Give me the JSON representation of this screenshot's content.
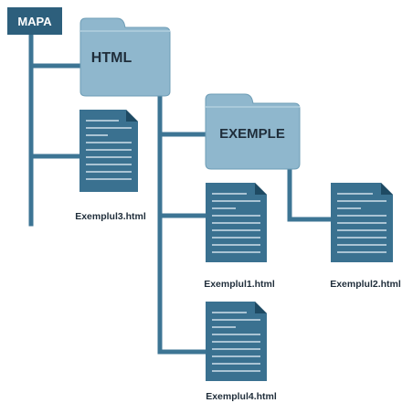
{
  "diagram": {
    "root": {
      "label": "MAPA"
    },
    "folders": {
      "html": {
        "label": "HTML"
      },
      "exemple": {
        "label": "EXEMPLE"
      }
    },
    "files": {
      "exemplul3": {
        "label": "Exemplul3.html"
      },
      "exemplul1": {
        "label": "Exemplul1.html"
      },
      "exemplul2": {
        "label": "Exemplul2.html"
      },
      "exemplul4": {
        "label": "Exemplul4.html"
      }
    },
    "colors": {
      "connector": "#3d7594",
      "root_fill": "#2d5f7c",
      "folder_fill": "#8fb7cd",
      "folder_tab": "#a9c9da",
      "file_fill": "#3a7190",
      "file_fold": "#1e4a63",
      "file_lines": "#cfe0ea"
    }
  }
}
